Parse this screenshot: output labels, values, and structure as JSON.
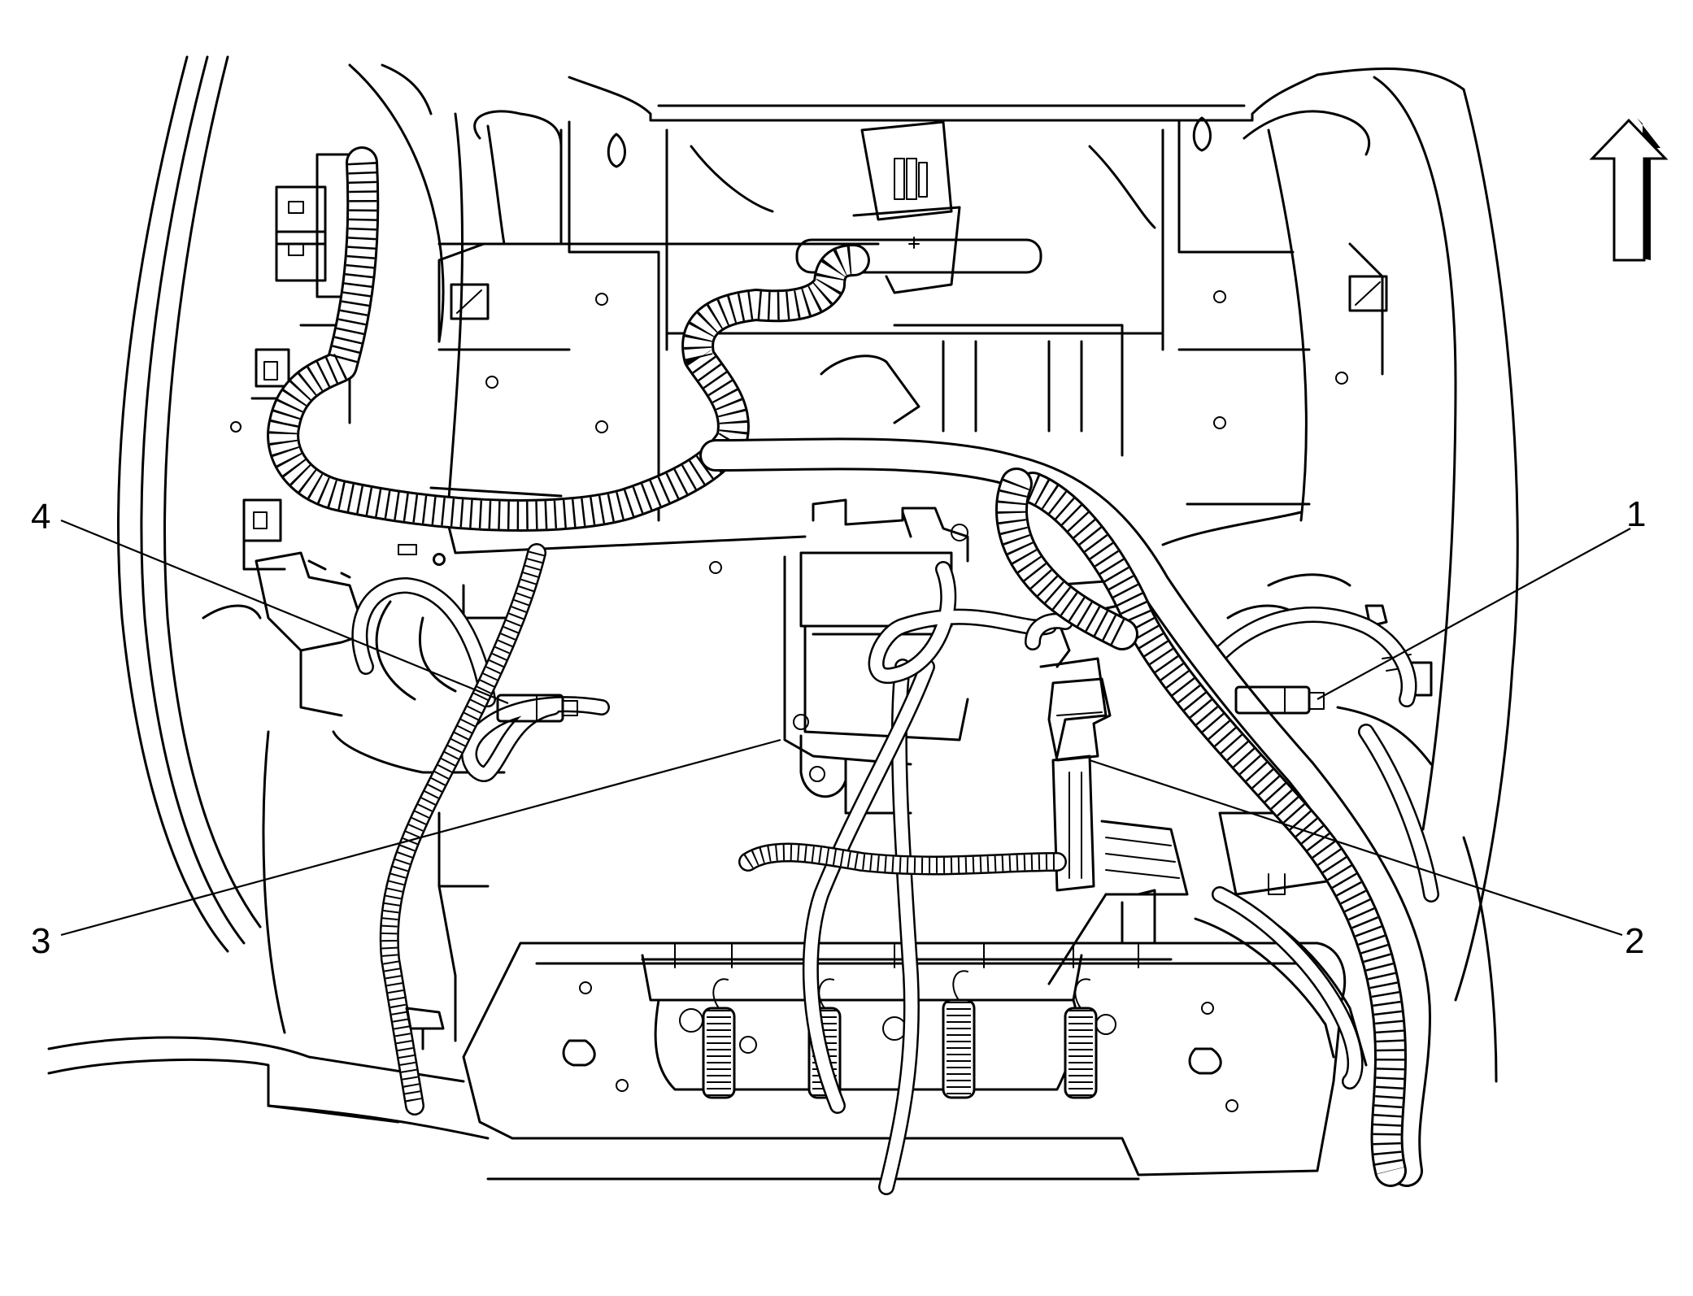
{
  "callouts": [
    {
      "id": "1",
      "label": "1"
    },
    {
      "id": "2",
      "label": "2"
    },
    {
      "id": "3",
      "label": "3"
    },
    {
      "id": "4",
      "label": "4"
    }
  ],
  "icons": {
    "orientation_arrow": "up-arrow-icon"
  },
  "colors": {
    "line": "#000000",
    "background": "#ffffff"
  }
}
